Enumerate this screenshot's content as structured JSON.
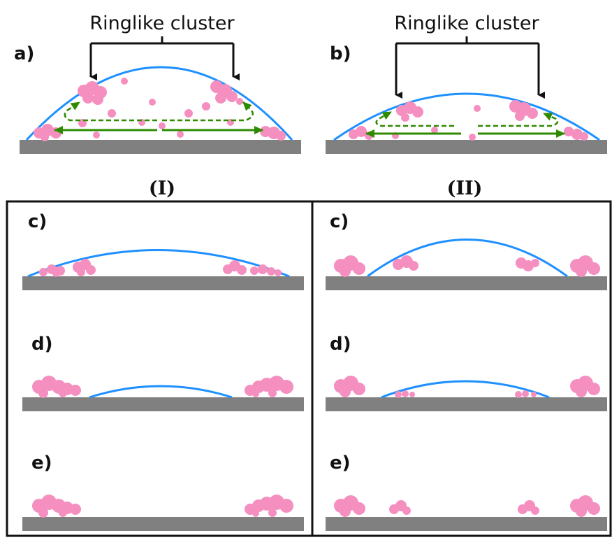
{
  "annotations": {
    "cluster_a": "Ringlike cluster",
    "cluster_b": "Ringlike cluster"
  },
  "columns": {
    "left": "(I)",
    "right": "(II)"
  },
  "panel_labels": {
    "a": "a)",
    "b": "b)",
    "c_left": "c)",
    "d_left": "d)",
    "e_left": "e)",
    "c_right": "c)",
    "d_right": "d)",
    "e_right": "e)"
  },
  "colors": {
    "substrate": "#808080",
    "droplet_outline": "#1e90ff",
    "particle": "#f48fc0",
    "flow_arrow": "#2e8b00",
    "frame": "#111111"
  }
}
